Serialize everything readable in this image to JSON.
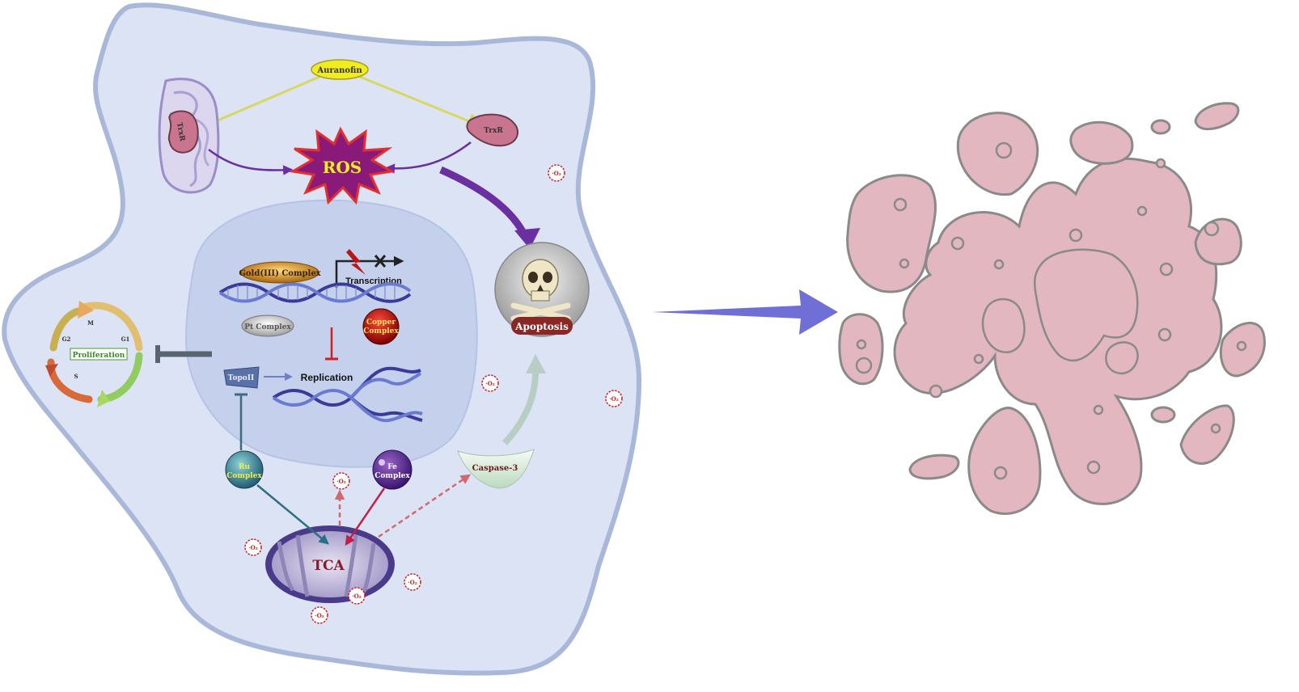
{
  "labels": {
    "auranofin": "Auranofin",
    "trxr_left": "TrxR",
    "trxr_right": "TrxR",
    "ros": "ROS",
    "gold_complex": "Gold(III) Complex",
    "transcription": "Transcription",
    "pt_complex": "Pt Complex",
    "copper_line1": "Copper",
    "copper_line2": "Complex",
    "topo": "TopoII",
    "replication": "Replication",
    "apoptosis": "Apoptosis",
    "proliferation": "Proliferation",
    "phase_m": "M",
    "phase_g1": "G1",
    "phase_g2": "G2",
    "phase_s": "S",
    "ru_line1": "Ru",
    "ru_line2": "Complex",
    "fe_line1": "Fe",
    "fe_line2": "Complex",
    "caspase": "Caspase-3",
    "tca": "TCA",
    "superoxide": "·O₂"
  },
  "colors": {
    "cell_fill": "#dbe3f4",
    "cell_stroke": "#a9b8d8",
    "nucleus_fill": "#c4d0ec",
    "dead_cell_fill": "#e2b7c0",
    "dead_cell_stroke": "#8a8a8a",
    "big_arrow": "#6f6fd6",
    "purple_arrow": "#6a2fa0",
    "inhibit_red": "#cc2222",
    "auranofin_line": "#d8d860"
  }
}
